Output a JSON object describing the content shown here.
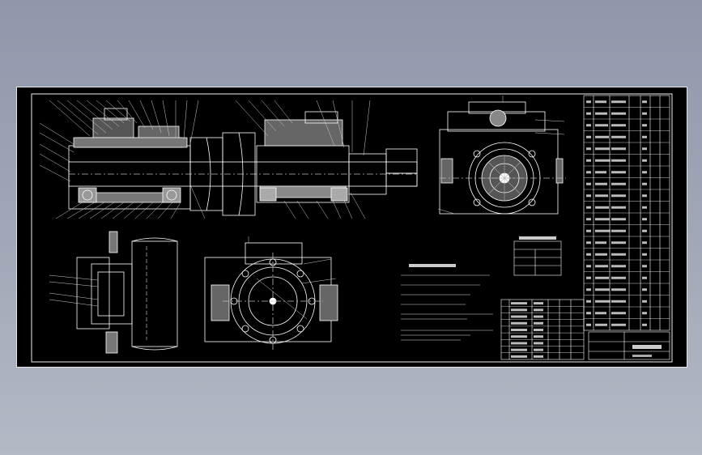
{
  "viewer": {
    "background_top": "#8e98aa",
    "background_bottom": "#b3b9c5",
    "sheet_color": "#000000",
    "line_color": "#ffffff",
    "accent_color": "#c8c8c8"
  },
  "drawing": {
    "views": [
      {
        "name": "main-section-view",
        "kind": "sectional"
      },
      {
        "name": "end-view",
        "kind": "end elevation"
      },
      {
        "name": "side-view",
        "kind": "side elevation"
      },
      {
        "name": "front-flange-view",
        "kind": "front elevation"
      }
    ],
    "tech_notes_count": 6,
    "bom_rows": 20,
    "parts_table_rows": 9
  }
}
